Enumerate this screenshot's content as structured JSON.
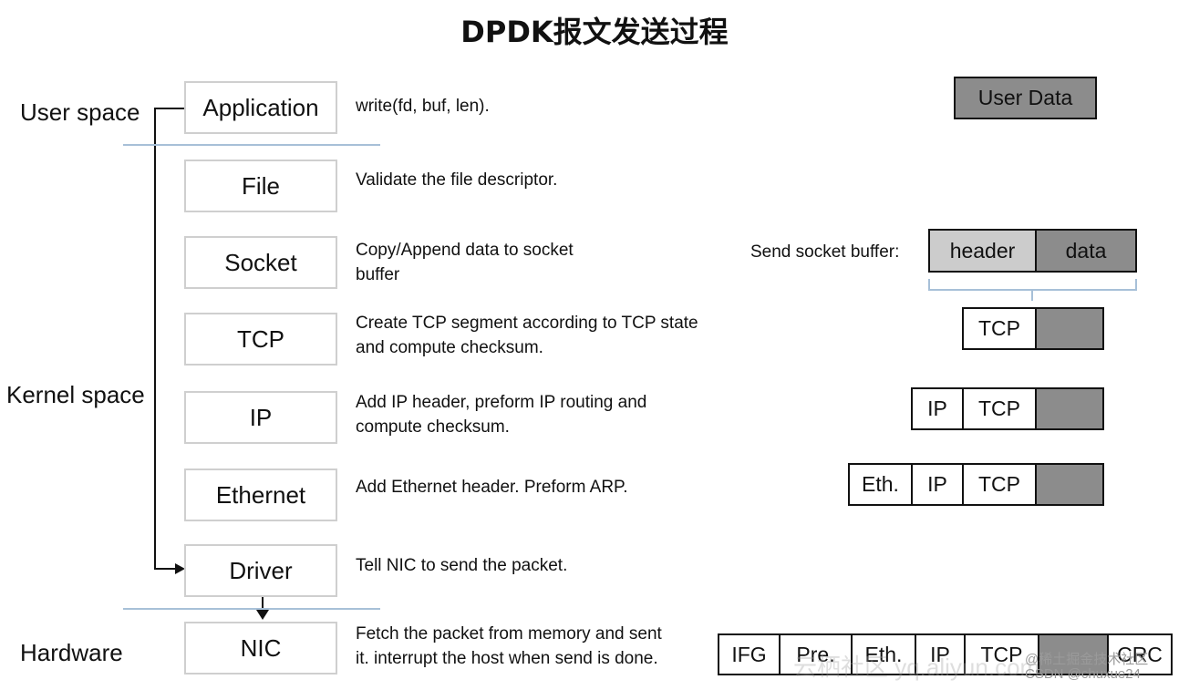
{
  "title": "DPDK报文发送过程",
  "spaces": {
    "user": "User space",
    "kernel": "Kernel space",
    "hardware": "Hardware"
  },
  "layers": [
    {
      "label": "Application",
      "desc": [
        "write(fd, buf, len)."
      ]
    },
    {
      "label": "File",
      "desc": [
        "Validate the file descriptor."
      ]
    },
    {
      "label": "Socket",
      "desc": [
        "Copy/Append data to socket",
        "buffer"
      ]
    },
    {
      "label": "TCP",
      "desc": [
        "Create TCP segment according to TCP state",
        "and compute checksum."
      ]
    },
    {
      "label": "IP",
      "desc": [
        "Add IP header, preform IP routing and",
        "compute checksum."
      ]
    },
    {
      "label": "Ethernet",
      "desc": [
        "Add Ethernet header. Preform ARP."
      ]
    },
    {
      "label": "Driver",
      "desc": [
        "Tell NIC to send the packet."
      ]
    },
    {
      "label": "NIC",
      "desc": [
        "Fetch the packet from memory and sent",
        "it. interrupt the host when send is done."
      ]
    }
  ],
  "packets": {
    "user_data": "User Data",
    "send_buffer_label": "Send socket buffer:",
    "header": "header",
    "data": "data",
    "tcp": "TCP",
    "ip": "IP",
    "eth": "Eth.",
    "ifg": "IFG",
    "pre": "Pre.",
    "crc": "CRC"
  },
  "watermark": {
    "faint": "云栖社区 yq.aliyun.com",
    "brand": "@稀土掘金技术社区",
    "csdn": "CSDN @chuxue24"
  },
  "colors": {
    "box_border": "#cfcfcf",
    "separator": "#a7c0d8",
    "dark_cell": "#8c8c8c",
    "light_cell": "#cccccc"
  }
}
